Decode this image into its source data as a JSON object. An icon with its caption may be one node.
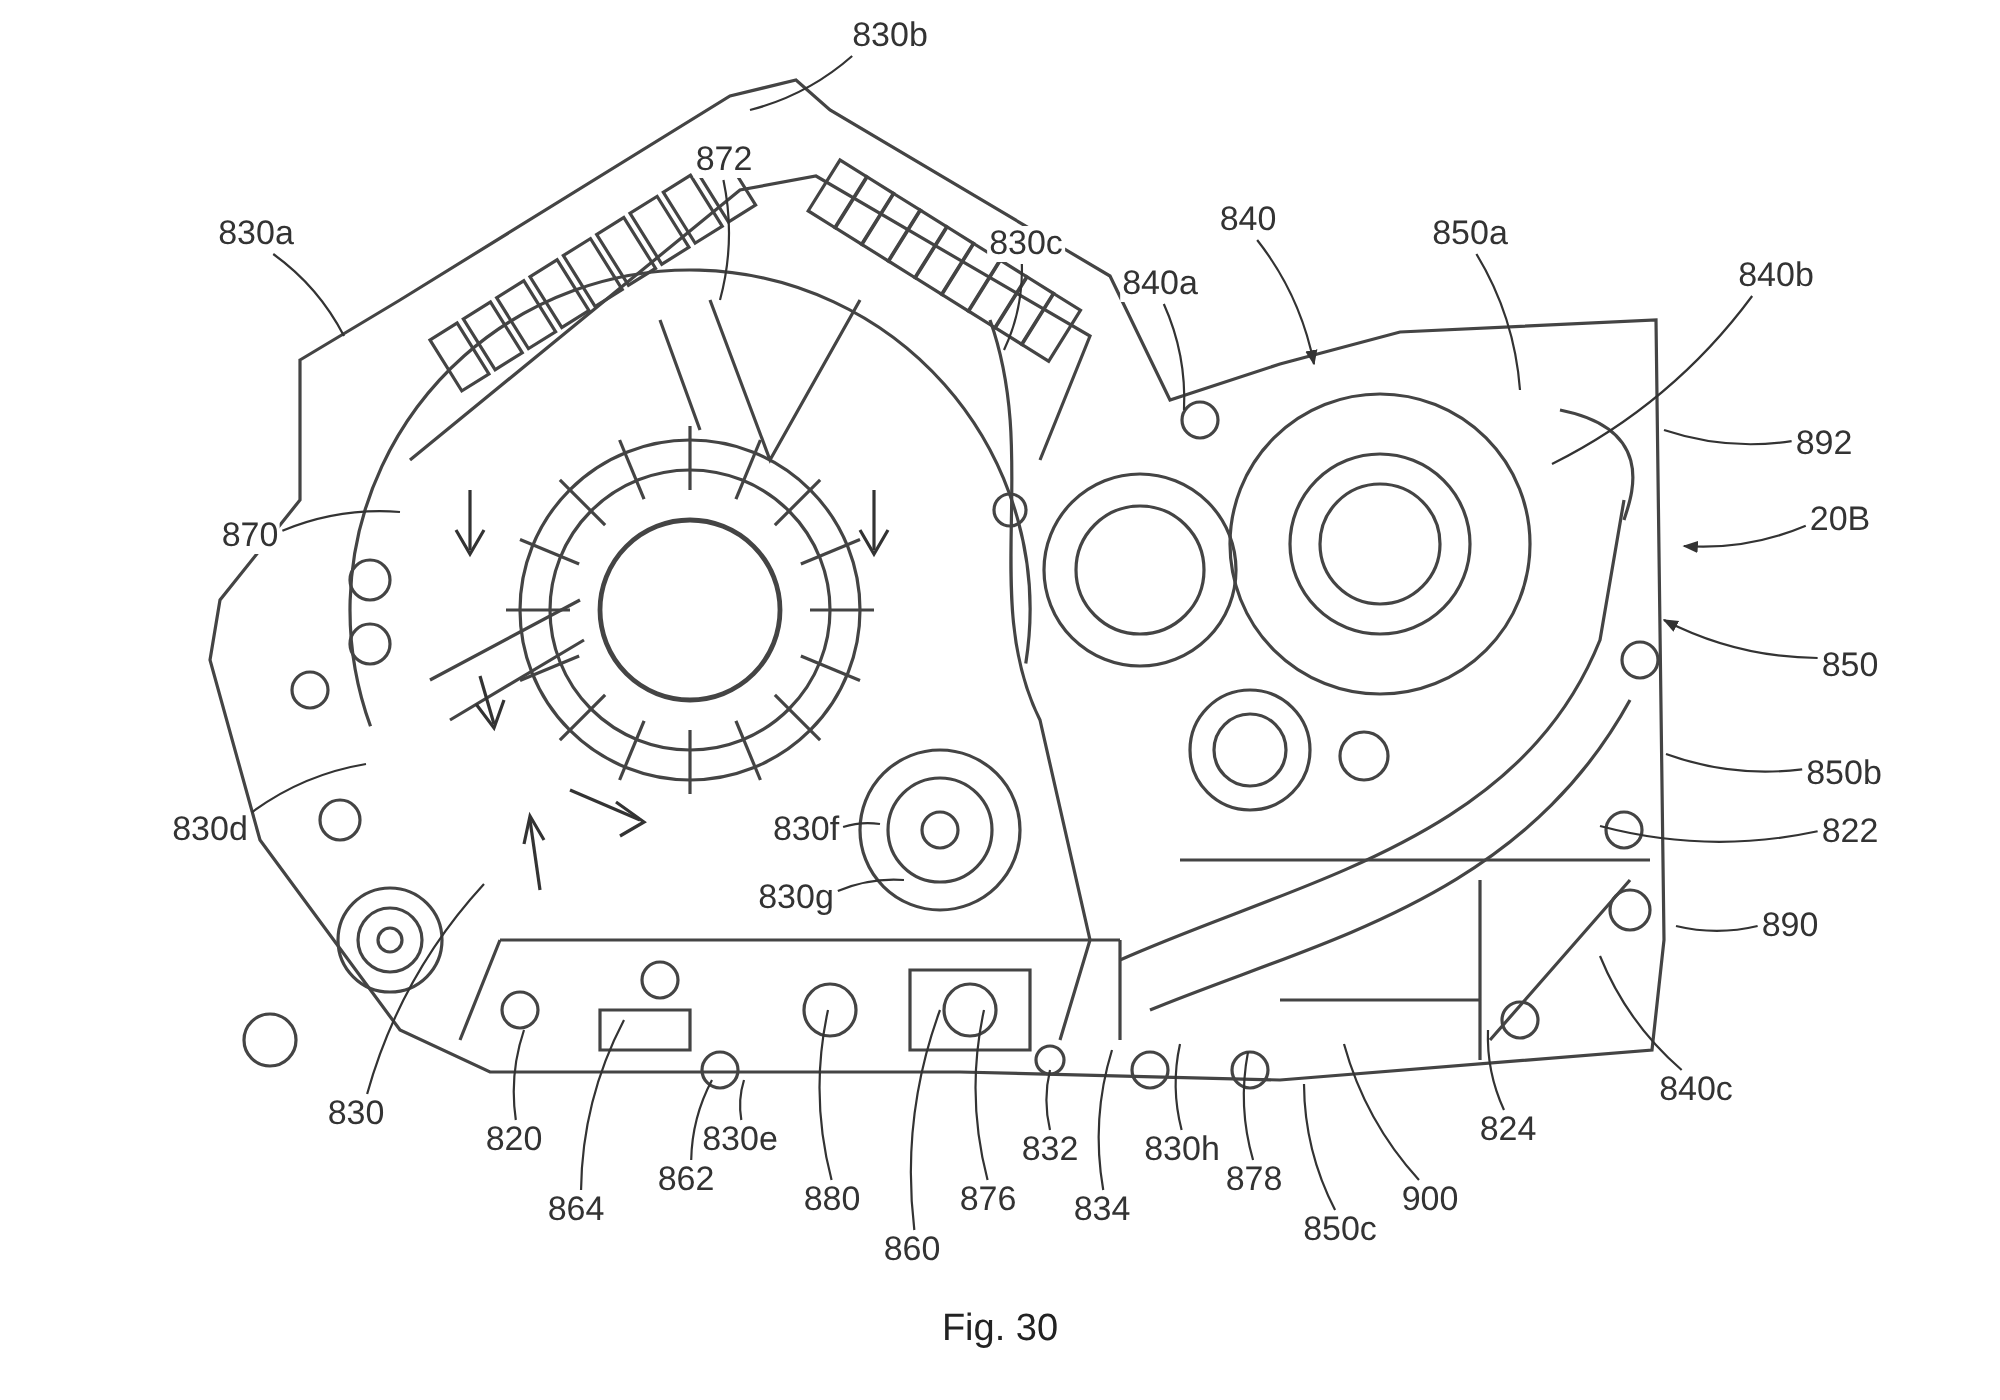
{
  "diagram": {
    "caption": "Fig. 30",
    "nodes": [
      {
        "text": [
          "830b"
        ]
      },
      {
        "text": [
          "830a"
        ]
      },
      {
        "text": [
          "872"
        ]
      },
      {
        "text": [
          "830c"
        ]
      },
      {
        "text": [
          "840a"
        ]
      },
      {
        "text": [
          "840"
        ]
      },
      {
        "text": [
          "850a"
        ]
      },
      {
        "text": [
          "840b"
        ]
      },
      {
        "text": [
          "892"
        ]
      },
      {
        "text": [
          "20B"
        ]
      },
      {
        "text": [
          "870"
        ]
      },
      {
        "text": [
          "850"
        ]
      },
      {
        "text": [
          "830d"
        ]
      },
      {
        "text": [
          "850b"
        ]
      },
      {
        "text": [
          "822"
        ]
      },
      {
        "text": [
          "830f"
        ]
      },
      {
        "text": [
          "830g"
        ]
      },
      {
        "text": [
          "890"
        ]
      },
      {
        "text": [
          "830"
        ]
      },
      {
        "text": [
          "820"
        ]
      },
      {
        "text": [
          "840c"
        ]
      },
      {
        "text": [
          "830e"
        ]
      },
      {
        "text": [
          "862"
        ]
      },
      {
        "text": [
          "864"
        ]
      },
      {
        "text": [
          "880"
        ]
      },
      {
        "text": [
          "860"
        ]
      },
      {
        "text": [
          "876"
        ]
      },
      {
        "text": [
          "832"
        ]
      },
      {
        "text": [
          "834"
        ]
      },
      {
        "text": [
          "830h"
        ]
      },
      {
        "text": [
          "878"
        ]
      },
      {
        "text": [
          "850c"
        ]
      },
      {
        "text": [
          "900"
        ]
      },
      {
        "text": [
          "824"
        ]
      }
    ],
    "edges": [
      {
        "from": 0,
        "to": null,
        "arrow": "none"
      },
      {
        "from": 1,
        "to": null,
        "arrow": "none"
      },
      {
        "from": 2,
        "to": null,
        "arrow": "none"
      },
      {
        "from": 3,
        "to": null,
        "arrow": "none"
      },
      {
        "from": 4,
        "to": null,
        "arrow": "none"
      },
      {
        "from": 5,
        "to": null,
        "arrow": "to"
      },
      {
        "from": 6,
        "to": null,
        "arrow": "none"
      },
      {
        "from": 7,
        "to": null,
        "arrow": "none"
      },
      {
        "from": 8,
        "to": null,
        "arrow": "none"
      },
      {
        "from": 9,
        "to": null,
        "arrow": "to"
      },
      {
        "from": 10,
        "to": null,
        "arrow": "none"
      },
      {
        "from": 11,
        "to": null,
        "arrow": "to"
      },
      {
        "from": 12,
        "to": null,
        "arrow": "none"
      },
      {
        "from": 13,
        "to": null,
        "arrow": "none"
      },
      {
        "from": 14,
        "to": null,
        "arrow": "none"
      },
      {
        "from": 15,
        "to": null,
        "arrow": "none"
      },
      {
        "from": 16,
        "to": null,
        "arrow": "none"
      },
      {
        "from": 17,
        "to": null,
        "arrow": "none"
      },
      {
        "from": 18,
        "to": null,
        "arrow": "none"
      },
      {
        "from": 19,
        "to": null,
        "arrow": "none"
      },
      {
        "from": 20,
        "to": null,
        "arrow": "none"
      },
      {
        "from": 21,
        "to": null,
        "arrow": "none"
      },
      {
        "from": 22,
        "to": null,
        "arrow": "none"
      },
      {
        "from": 23,
        "to": null,
        "arrow": "none"
      },
      {
        "from": 24,
        "to": null,
        "arrow": "none"
      },
      {
        "from": 25,
        "to": null,
        "arrow": "none"
      },
      {
        "from": 26,
        "to": null,
        "arrow": "none"
      },
      {
        "from": 27,
        "to": null,
        "arrow": "none"
      },
      {
        "from": 28,
        "to": null,
        "arrow": "none"
      },
      {
        "from": 29,
        "to": null,
        "arrow": "none"
      },
      {
        "from": 30,
        "to": null,
        "arrow": "none"
      },
      {
        "from": 31,
        "to": null,
        "arrow": "none"
      },
      {
        "from": 32,
        "to": null,
        "arrow": "none"
      },
      {
        "from": 33,
        "to": null,
        "arrow": "none"
      }
    ]
  }
}
